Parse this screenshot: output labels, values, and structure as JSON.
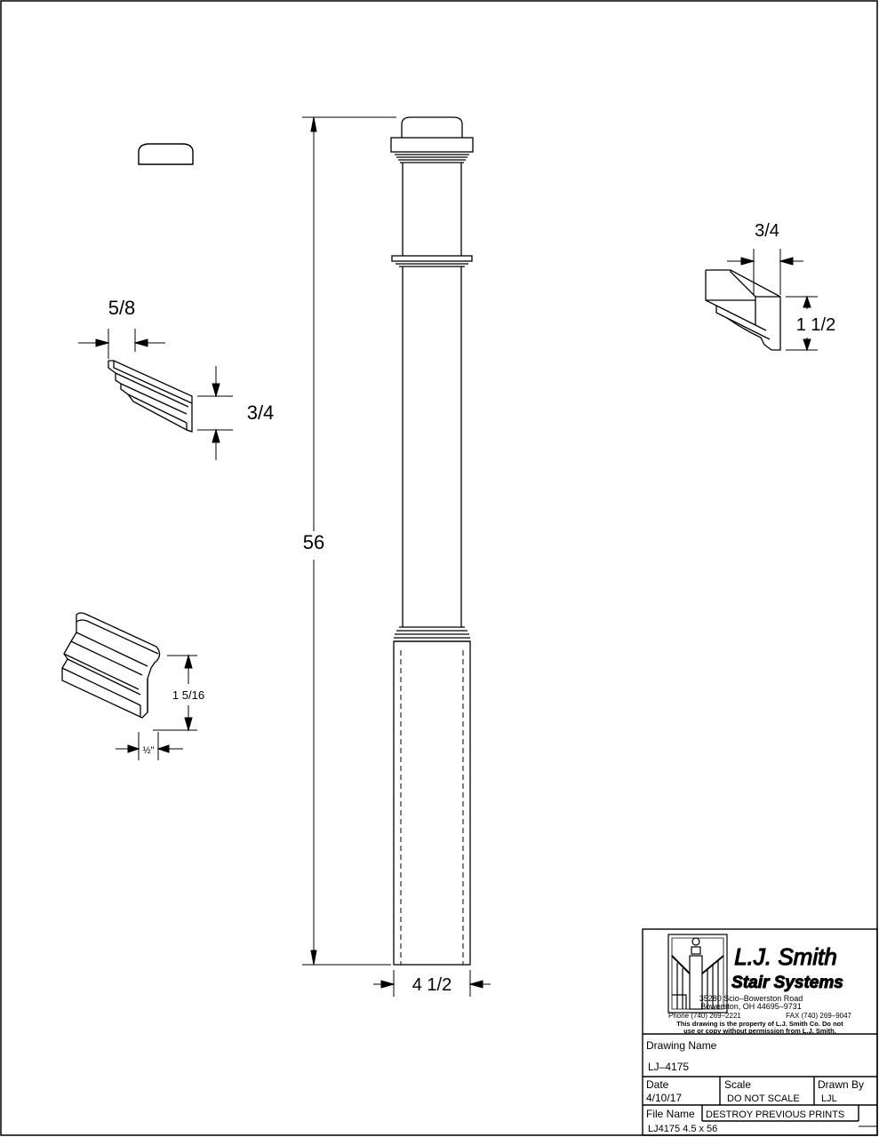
{
  "dimensions": {
    "post_height": "56",
    "post_width": "4 1/2",
    "left_molding_width": "5/8",
    "left_molding_height": "3/4",
    "right_molding_width": "3/4",
    "right_molding_height": "1 1/2",
    "base_molding_height": "1 5/16",
    "base_molding_thickness": "½\""
  },
  "title_block": {
    "logo_line1": "L.J. Smith",
    "logo_line2": "Stair Systems",
    "address1": "35280 Scio–Bowerston Road",
    "address2": "Bowerston, OH  44695–9731",
    "phone": "Phone (740) 269–2221",
    "fax": "FAX (740) 269–9047",
    "notice1": "This drawing is the property of L.J. Smith Co. Do not",
    "notice2": "use or copy without permission from L.J. Smith.",
    "drawing_name_label": "Drawing Name",
    "drawing_name": "LJ–4175",
    "date_label": "Date",
    "date": "4/10/17",
    "scale_label": "Scale",
    "scale": "DO  NOT  SCALE",
    "drawn_by_label": "Drawn  By",
    "drawn_by": "LJL",
    "file_name_label": "File Name",
    "file_name_note": "DESTROY  PREVIOUS  PRINTS",
    "file_name": "LJ4175  4.5  x  56"
  }
}
